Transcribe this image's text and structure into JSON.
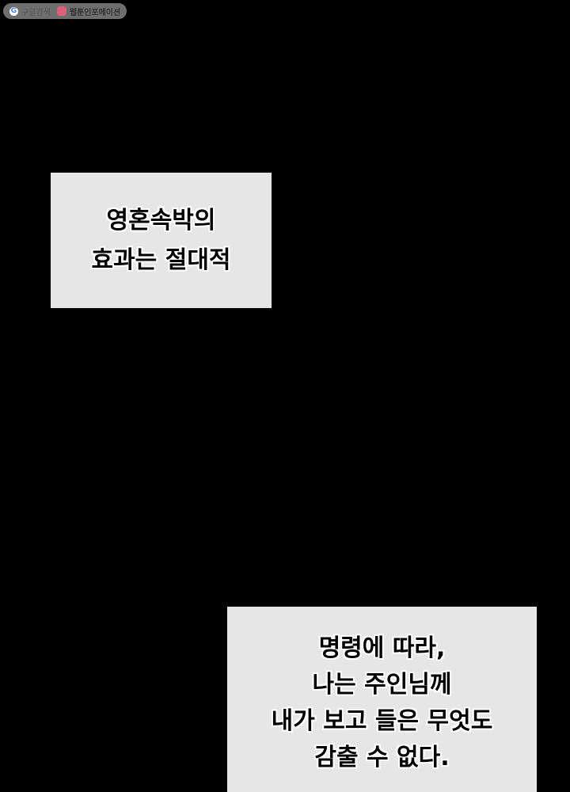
{
  "watermark": {
    "left_text": "구글검색",
    "right_text": "웹툰인포메이션"
  },
  "captions": [
    {
      "lines": [
        "영혼속박의",
        "효과는 절대적"
      ]
    },
    {
      "lines": [
        "명령에 따라,",
        "나는 주인님께",
        "내가 보고 들은 무엇도",
        "감출 수 없다."
      ]
    }
  ],
  "colors": {
    "background": "#000000",
    "caption_box": "#e6e6e6",
    "text": "#000000",
    "text_outline": "#ffffff"
  }
}
